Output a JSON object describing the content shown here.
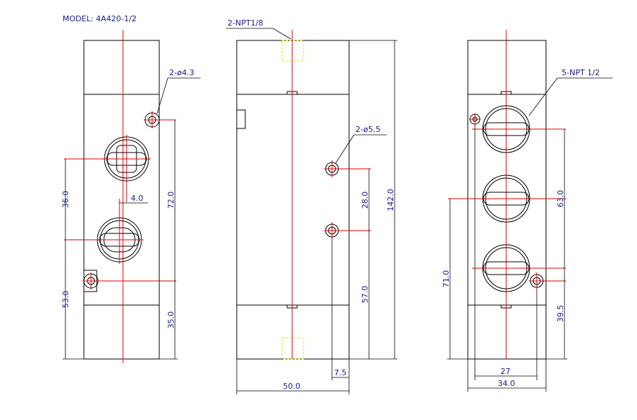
{
  "model_label": "MODEL: 4A420-1/2",
  "left_view": {
    "hole_callout": "2-ø4.3",
    "dim_36": "36.0",
    "dim_4": "4.0",
    "dim_72": "72.0",
    "dim_53": "53.0",
    "dim_35": "35.0"
  },
  "middle_view": {
    "port_callout": "2-NPT1/8",
    "hole_callout": "2-ø5.5",
    "dim_28": "28.0",
    "dim_142": "142.0",
    "dim_57": "57.0",
    "dim_7_5": "7.5",
    "dim_50": "50.0"
  },
  "right_view": {
    "port_callout": "5-NPT 1/2",
    "dim_63": "63.0",
    "dim_71": "71.0",
    "dim_39_5": "39.5",
    "dim_27": "27",
    "dim_34": "34.0"
  },
  "colors": {
    "outline": "#000000",
    "centerline": "#e00000",
    "hidden_port": "#e8d800",
    "text": "#1a1a8c"
  }
}
